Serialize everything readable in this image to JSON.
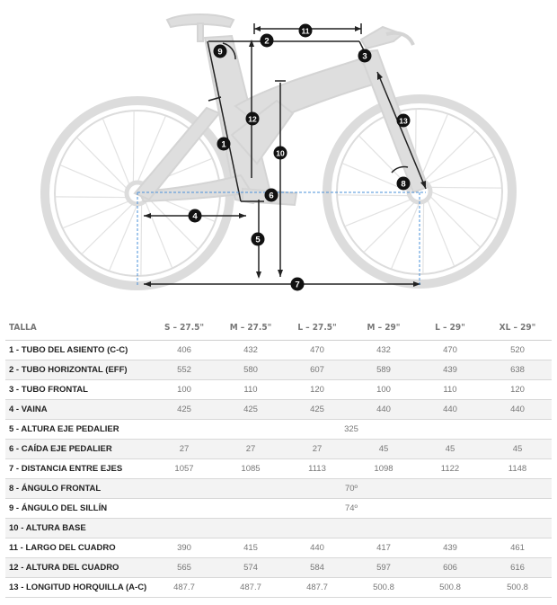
{
  "diagram": {
    "callouts": [
      "1",
      "2",
      "3",
      "4",
      "5",
      "6",
      "7",
      "8",
      "9",
      "10",
      "11",
      "12",
      "13"
    ]
  },
  "table": {
    "headers": [
      "TALLA",
      "S – 27.5\"",
      "M – 27.5\"",
      "L – 27.5\"",
      "M – 29\"",
      "L – 29\"",
      "XL – 29\""
    ],
    "rows": [
      {
        "label": "1 - TUBO DEL ASIENTO (C-C)",
        "values": [
          "406",
          "432",
          "470",
          "432",
          "470",
          "520"
        ]
      },
      {
        "label": "2 - TUBO HORIZONTAL (EFF)",
        "values": [
          "552",
          "580",
          "607",
          "589",
          "439",
          "638"
        ]
      },
      {
        "label": "3 - TUBO FRONTAL",
        "values": [
          "100",
          "110",
          "120",
          "100",
          "110",
          "120"
        ]
      },
      {
        "label": "4 - VAINA",
        "values": [
          "425",
          "425",
          "425",
          "440",
          "440",
          "440"
        ]
      },
      {
        "label": "5 - ALTURA EJE PEDALIER",
        "merged": "325"
      },
      {
        "label": "6 - CAÍDA EJE PEDALIER",
        "values": [
          "27",
          "27",
          "27",
          "45",
          "45",
          "45"
        ]
      },
      {
        "label": "7 - DISTANCIA ENTRE EJES",
        "values": [
          "1057",
          "1085",
          "1113",
          "1098",
          "1122",
          "1148"
        ]
      },
      {
        "label": "8 - ÁNGULO FRONTAL",
        "merged": "70º"
      },
      {
        "label": "9 - ÁNGULO DEL SILLÍN",
        "merged": "74º"
      },
      {
        "label": "10 - ALTURA BASE",
        "merged": ""
      },
      {
        "label": "11 - LARGO DEL CUADRO",
        "values": [
          "390",
          "415",
          "440",
          "417",
          "439",
          "461"
        ]
      },
      {
        "label": "12 - ALTURA DEL CUADRO",
        "values": [
          "565",
          "574",
          "584",
          "597",
          "606",
          "616"
        ]
      },
      {
        "label": "13 - LONGITUD HORQUILLA (A-C)",
        "values": [
          "487.7",
          "487.7",
          "487.7",
          "500.8",
          "500.8",
          "500.8"
        ]
      }
    ]
  }
}
